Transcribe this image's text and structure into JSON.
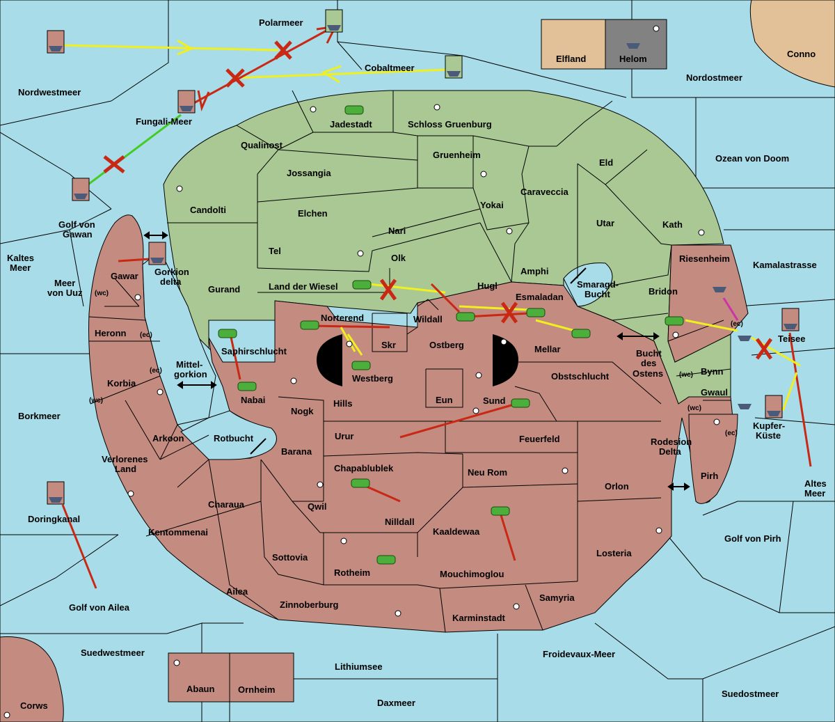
{
  "colors": {
    "sea": "#a8dce8",
    "land_green": "#a9c893",
    "land_red": "#c48b80",
    "land_tan": "#e2c199",
    "move_red": "#c82814",
    "move_yellow": "#f0f020",
    "move_green": "#44cc22",
    "move_magenta": "#cc33aa",
    "fleet_hull": "#4a5a78"
  },
  "regions": {
    "polarmeer": "Polarmeer",
    "cobaltmeer": "Cobaltmeer",
    "nordwestmeer": "Nordwestmeer",
    "fungali_meer": "Fungali-Meer",
    "golf_von_gawan_1": "Golf von",
    "golf_von_gawan_2": "Gawan",
    "kaltes_meer_1": "Kaltes",
    "kaltes_meer_2": "Meer",
    "meer_von_uuz_1": "Meer",
    "meer_von_uuz_2": "von Uuz",
    "borkmeer": "Borkmeer",
    "doringkanal": "Doringkanal",
    "golf_von_ailea": "Golf von Ailea",
    "suedwestmeer": "Suedwestmeer",
    "corws": "Corws",
    "abaun": "Abaun",
    "ornheim": "Ornheim",
    "lithiumsee": "Lithiumsee",
    "daxmeer": "Daxmeer",
    "froidevaux_meer": "Froidevaux-Meer",
    "suedostmeer": "Suedostmeer",
    "golf_von_pirh": "Golf von Pirh",
    "altes_meer_1": "Altes",
    "altes_meer_2": "Meer",
    "kupfer_kueste_1": "Kupfer-",
    "kupfer_kueste_2": "Küste",
    "teisee": "Teisee",
    "kamalastrasse": "Kamalastrasse",
    "ozean_von_doom": "Ozean von Doom",
    "nordostmeer": "Nordostmeer",
    "conno": "Conno",
    "elfland": "Elfland",
    "helom": "Helom",
    "jadestadt": "Jadestadt",
    "schloss_gruenburg": "Schloss Gruenburg",
    "qualinost": "Qualinost",
    "gruenheim": "Gruenheim",
    "jossangia": "Jossangia",
    "eld": "Eld",
    "caraveccia": "Caraveccia",
    "candolti": "Candolti",
    "elchen": "Elchen",
    "yokai": "Yokai",
    "nari": "Nari",
    "utar": "Utar",
    "kath": "Kath",
    "tel": "Tel",
    "olk": "Olk",
    "amphi": "Amphi",
    "gurand": "Gurand",
    "land_der_wiesel": "Land der Wiesel",
    "hugl": "Hugl",
    "riesenheim": "Riesenheim",
    "bridon": "Bridon",
    "smaragd_bucht_1": "Smaragd-",
    "smaragd_bucht_2": "Bucht",
    "esmaladan": "Esmaladan",
    "gawar": "Gawar",
    "gorkion_delta_1": "Gorkion",
    "gorkion_delta_2": "delta",
    "heronn": "Heronn",
    "korbia": "Korbia",
    "norterend": "Norterend",
    "wildall": "Wildall",
    "skr": "Skr",
    "ostberg": "Ostberg",
    "mellar": "Mellar",
    "saphirschlucht": "Saphirschlucht",
    "westberg": "Westberg",
    "mittel_gorkion_1": "Mittel-",
    "mittel_gorkion_2": "gorkion",
    "nabai": "Nabai",
    "hills": "Hills",
    "eun": "Eun",
    "sund": "Sund",
    "obstschlucht": "Obstschlucht",
    "bucht_des_ostens_1": "Bucht",
    "bucht_des_ostens_2": "des",
    "bucht_des_ostens_3": "Ostens",
    "bynn": "Bynn",
    "gwaul": "Gwaul",
    "nogk": "Nogk",
    "arkoon": "Arkoon",
    "rotbucht": "Rotbucht",
    "urur": "Urur",
    "feuerfeld": "Feuerfeld",
    "rodesion_delta_1": "Rodesion",
    "rodesion_delta_2": "Delta",
    "barana": "Barana",
    "verlorenes_land_1": "Verlorenes",
    "verlorenes_land_2": "Land",
    "chapablublek": "Chapablublek",
    "neu_rom": "Neu Rom",
    "orlon": "Orlon",
    "pirh": "Pirh",
    "charaua": "Charaua",
    "qwil": "Qwil",
    "nilldall": "Nilldall",
    "kaaldewaa": "Kaaldewaa",
    "kentommenai": "Kentommenai",
    "losteria": "Losteria",
    "sottovia": "Sottovia",
    "rotheim": "Rotheim",
    "mouchimoglou": "Mouchimoglou",
    "ailea": "Ailea",
    "samyria": "Samyria",
    "zinnoberburg": "Zinnoberburg",
    "karminstadt": "Karminstadt"
  },
  "coast_tags": {
    "wc": "(wc)",
    "ec": "(ec)"
  }
}
